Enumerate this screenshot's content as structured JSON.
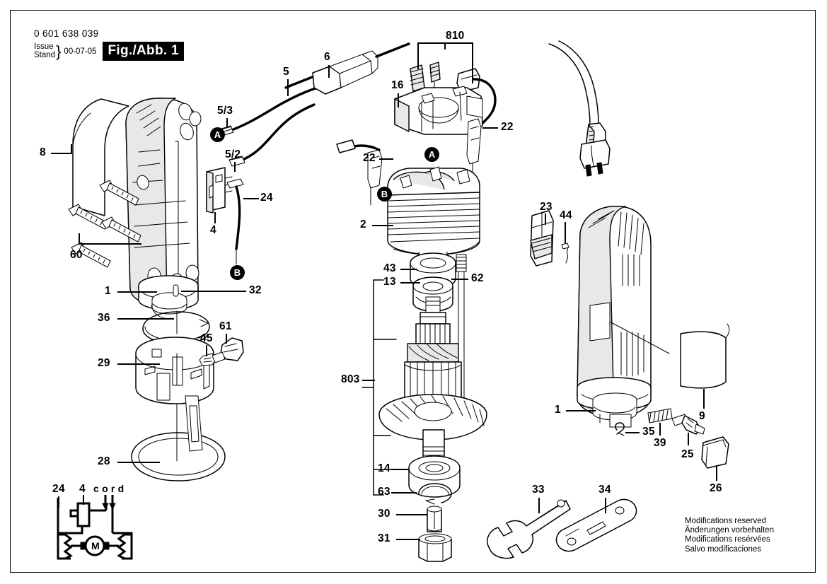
{
  "header": {
    "part_number": "0 601 638 039",
    "issue_label": "Issue",
    "stand_label": "Stand",
    "date": "00-07-05",
    "figure": "Fig./Abb. 1"
  },
  "footer": {
    "line_en": "Modifications reserved",
    "line_de": "Änderungen vorbehalten",
    "line_fr": "Modifications resérvées",
    "line_es": "Salvo modificaciones"
  },
  "callouts": {
    "housing_left": "1",
    "field_stator": "2",
    "switch": "4",
    "cord": "5",
    "wire_5_2": "5/2",
    "wire_5_3": "5/3",
    "strain_relief": "6",
    "cover_left": "8",
    "shield_right": "9",
    "bearing_13": "13",
    "bearing_14": "14",
    "brush_bracket": "16",
    "brush_lead_left": "22",
    "brush_lead_right": "22",
    "clip_23": "23",
    "lead_24": "24",
    "pin_25": "25",
    "bracket_26": "26",
    "base_plate": "28",
    "base_ring": "29",
    "collet": "30",
    "collet_nut": "31",
    "pin_32": "32",
    "wrench_open": "33",
    "wrench_flat": "34",
    "clip_35": "35",
    "spring_clip_36": "36",
    "spring_39": "39",
    "bearing_cap_43": "43",
    "washer_45": "45",
    "screw_60": "60",
    "knob_61": "61",
    "screw_62": "62",
    "retaining_ring_63": "63",
    "brush_set_810": "810",
    "armature_assy_803": "803",
    "plate_44": "44",
    "housing_right": "1",
    "marker_a": "A",
    "marker_b": "B"
  },
  "schematic": {
    "label_24": "24",
    "label_4": "4",
    "label_cord": "c o r d",
    "motor": "M"
  }
}
